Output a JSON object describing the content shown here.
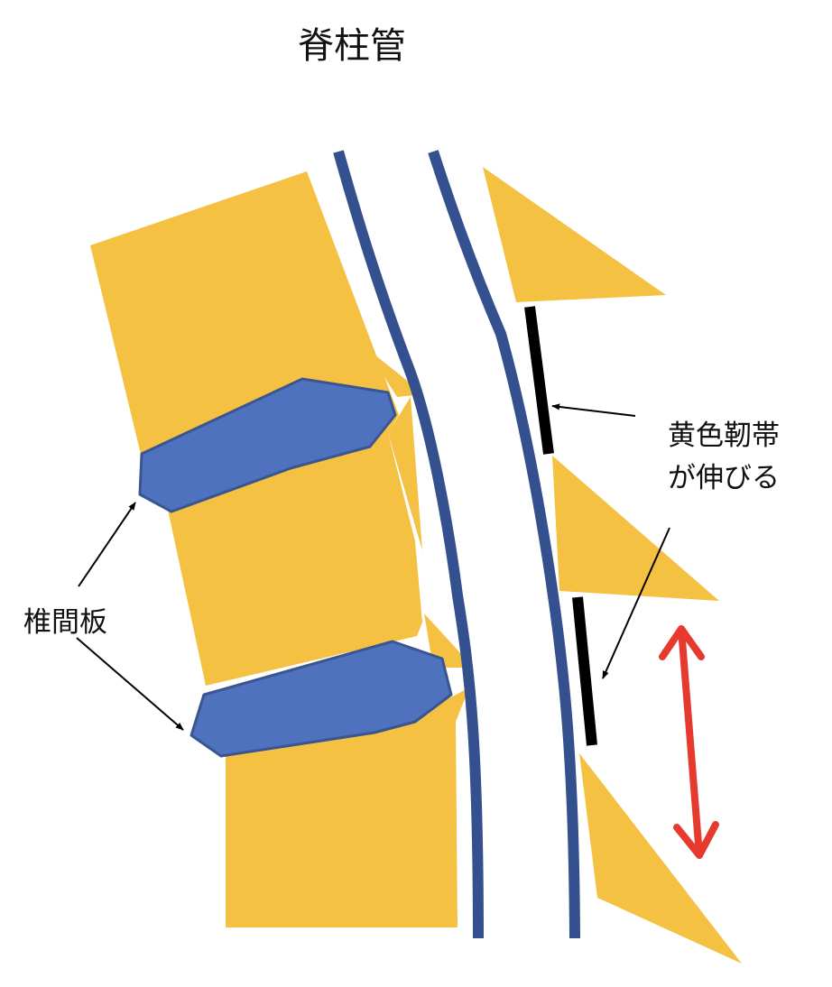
{
  "labels": {
    "title": "脊柱管",
    "ligament_line1": "黄色靭帯",
    "ligament_line2": "が伸びる",
    "disc": "椎間板"
  },
  "colors": {
    "bone": "#f5c143",
    "disc_fill": "#4e72be",
    "disc_edge": "#3a558f",
    "canal_wall": "#34508f",
    "ligament": "#000000",
    "arrow": "#000000",
    "motion_arrow": "#e63a2e",
    "background": "#ffffff"
  },
  "icons": {
    "motion_arrow": "double-headed-arrow"
  }
}
